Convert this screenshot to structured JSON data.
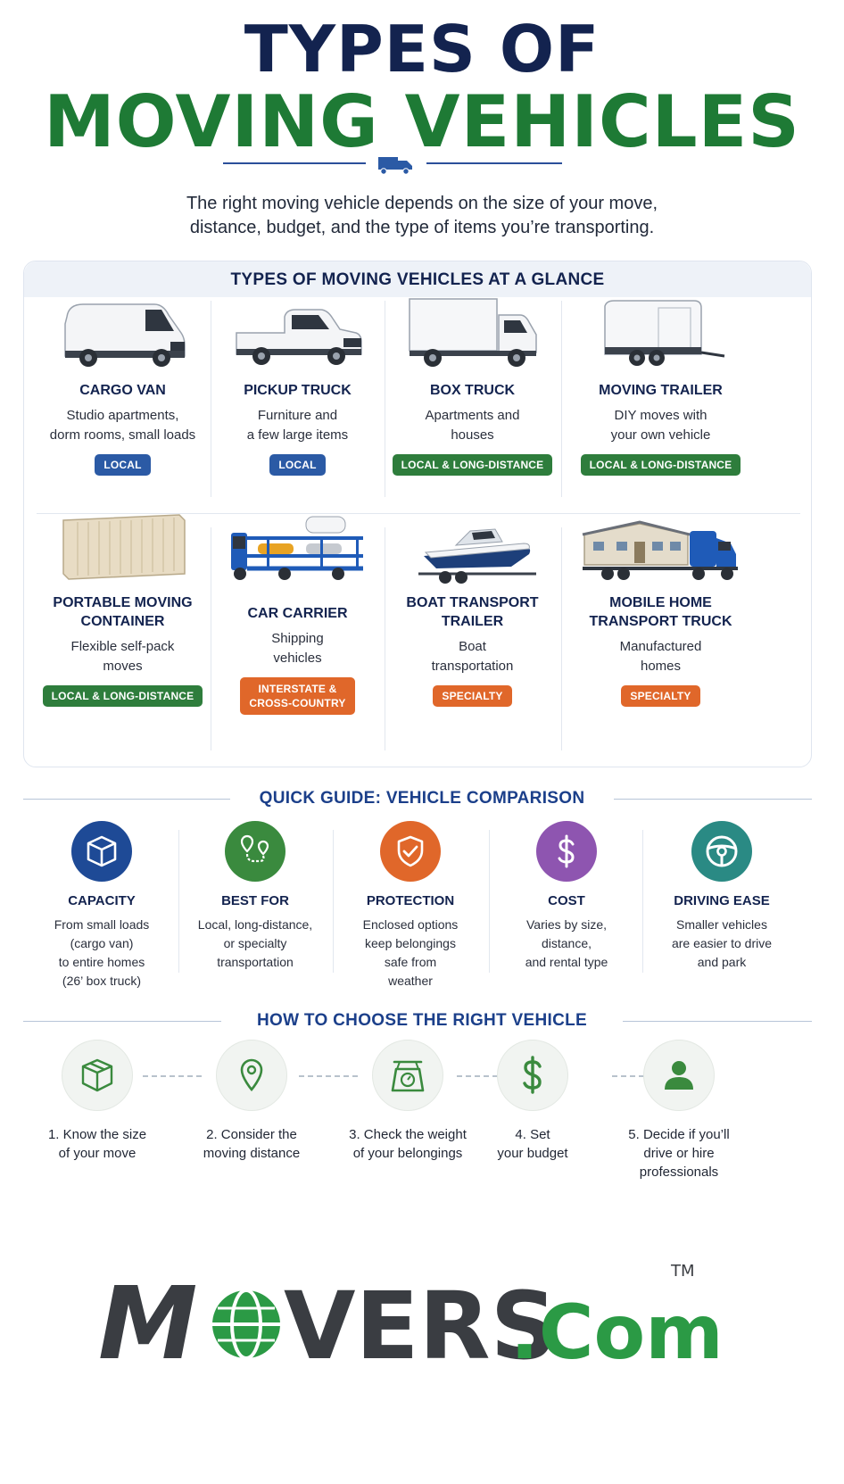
{
  "header": {
    "title_line1": "TYPES OF",
    "title_line2": "MOVING VEHICLES",
    "subtitle_line1": "The right moving vehicle depends on the size of your move,",
    "subtitle_line2": "distance, budget, and the type of items you’re transporting."
  },
  "glance": {
    "title": "TYPES OF MOVING VEHICLES AT A GLANCE",
    "vehicles": [
      {
        "name": "CARGO VAN",
        "desc": [
          "Studio apartments,",
          "dorm rooms, small loads"
        ],
        "badge": "LOCAL"
      },
      {
        "name": "PICKUP TRUCK",
        "desc": [
          "Furniture and",
          "a few large items"
        ],
        "badge": "LOCAL"
      },
      {
        "name": "BOX TRUCK",
        "desc": [
          "Apartments and",
          "houses"
        ],
        "badge": "LOCAL & LONG-DISTANCE"
      },
      {
        "name": "MOVING TRAILER",
        "desc": [
          "DIY moves with",
          "your own vehicle"
        ],
        "badge": "LOCAL & LONG-DISTANCE"
      },
      {
        "name": [
          "PORTABLE MOVING",
          "CONTAINER"
        ],
        "desc": [
          "Flexible self-pack",
          "moves"
        ],
        "badge": "LOCAL & LONG-DISTANCE"
      },
      {
        "name": "CAR CARRIER",
        "desc": [
          "Shipping",
          "vehicles"
        ],
        "badge": [
          "INTERSTATE &",
          "CROSS-COUNTRY"
        ]
      },
      {
        "name": [
          "BOAT TRANSPORT",
          "TRAILER"
        ],
        "desc": [
          "Boat",
          "transportation"
        ],
        "badge": "SPECIALTY"
      },
      {
        "name": [
          "MOBILE HOME",
          "TRANSPORT TRUCK"
        ],
        "desc": [
          "Manufactured",
          "homes"
        ],
        "badge": "SPECIALTY"
      }
    ]
  },
  "comparison": {
    "title": "QUICK GUIDE: VEHICLE COMPARISON",
    "items": [
      {
        "title": "CAPACITY",
        "desc": [
          "From small loads",
          "(cargo van)",
          "to entire homes",
          "(26’ box truck)"
        ],
        "icon": "box-icon",
        "color": "#1e4a96"
      },
      {
        "title": "BEST FOR",
        "desc": [
          "Local, long-distance,",
          "or specialty",
          "transportation"
        ],
        "icon": "route-icon",
        "color": "#3a8a3e"
      },
      {
        "title": "PROTECTION",
        "desc": [
          "Enclosed options",
          "keep belongings",
          "safe from",
          "weather"
        ],
        "icon": "shield-check-icon",
        "color": "#e0672a"
      },
      {
        "title": "COST",
        "desc": [
          "Varies by size,",
          "distance,",
          "and rental type"
        ],
        "icon": "dollar-icon",
        "color": "#8e55b0"
      },
      {
        "title": "DRIVING EASE",
        "desc": [
          "Smaller vehicles",
          "are easier to drive",
          "and park"
        ],
        "icon": "steering-wheel-icon",
        "color": "#2a8a84"
      }
    ]
  },
  "steps": {
    "title": "HOW TO CHOOSE THE RIGHT VEHICLE",
    "items": [
      {
        "text": [
          "1. Know the size",
          "of your move"
        ],
        "icon": "box-icon"
      },
      {
        "text": [
          "2. Consider the",
          "moving distance"
        ],
        "icon": "location-pin-icon"
      },
      {
        "text": [
          "3. Check the weight",
          "of your belongings"
        ],
        "icon": "scale-icon"
      },
      {
        "text": [
          "4. Set",
          "your budget"
        ],
        "icon": "dollar-icon"
      },
      {
        "text": [
          "5. Decide if you’ll",
          "drive or hire",
          "professionals"
        ],
        "icon": "person-icon"
      }
    ]
  },
  "logo": {
    "part1": "M",
    "part2": "VERS",
    "part3": ".Com",
    "tm": "TM"
  },
  "colors": {
    "navy": "#13234f",
    "green": "#1e7a35",
    "blue_badge": "#2b5aa5",
    "green_badge": "#2e7d3c",
    "orange_badge": "#e0672a"
  }
}
